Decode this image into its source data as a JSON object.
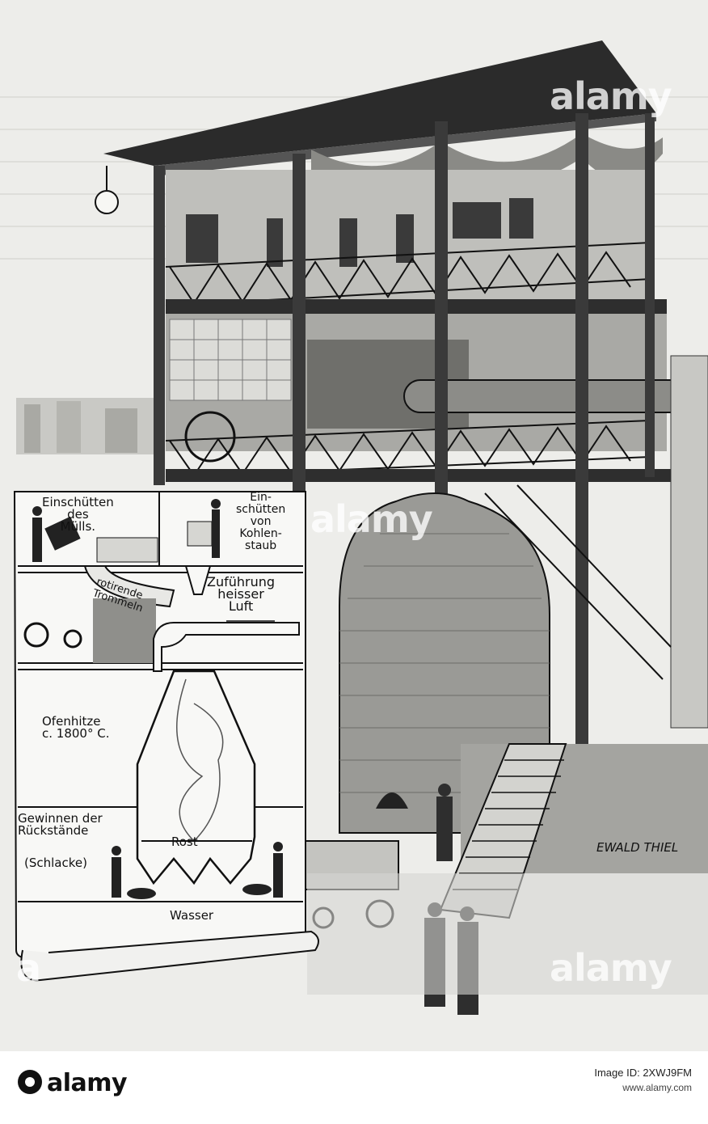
{
  "diagram": {
    "labels": {
      "einschuetten_muell": "Einschütten\ndes\nMülls.",
      "einschuetten_kohlenstaub": "Ein-\nschütten\nvon\nKohlen-\nstaub",
      "zufuehrung": "Zuführung\nheisser\nLuft",
      "trommeln": "rotirende\nTrommeln",
      "ofenhitze": "Ofenhitze\nc. 1800° C.",
      "gewinnen": "Gewinnen der\nRückstände",
      "schlacke": "(Schlacke)",
      "rost": "Rost",
      "wasser": "Wasser"
    },
    "artist_signature": "EWALD\nTHIEL"
  },
  "watermarks": [
    "alamy",
    "alamy",
    "alamy",
    "a"
  ],
  "stock_bar": {
    "brand": "alamy",
    "image_id_label": "Image ID: 2XWJ9FM",
    "url": "www.alamy.com"
  },
  "colors": {
    "paper": "#ededea",
    "ink": "#1a1a1a",
    "bar": "#ffffff"
  }
}
